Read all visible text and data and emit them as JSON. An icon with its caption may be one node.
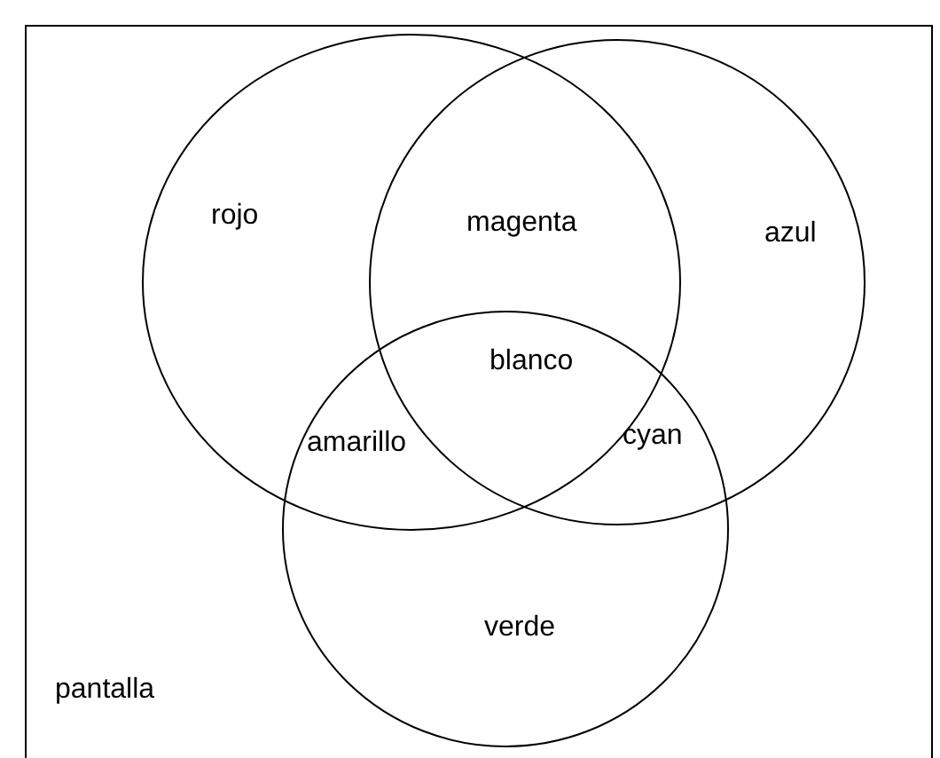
{
  "diagram": {
    "nodes": [
      {
        "text": [
          "pantalla"
        ]
      },
      {
        "text": [
          "rojo"
        ],
        "in": 0
      },
      {
        "text": [
          "azul"
        ],
        "in": 0
      },
      {
        "text": [
          "verde"
        ],
        "in": 0
      }
    ],
    "edges": [],
    "labels": [
      "magenta",
      "blanco",
      "amarillo",
      "cyan"
    ]
  }
}
